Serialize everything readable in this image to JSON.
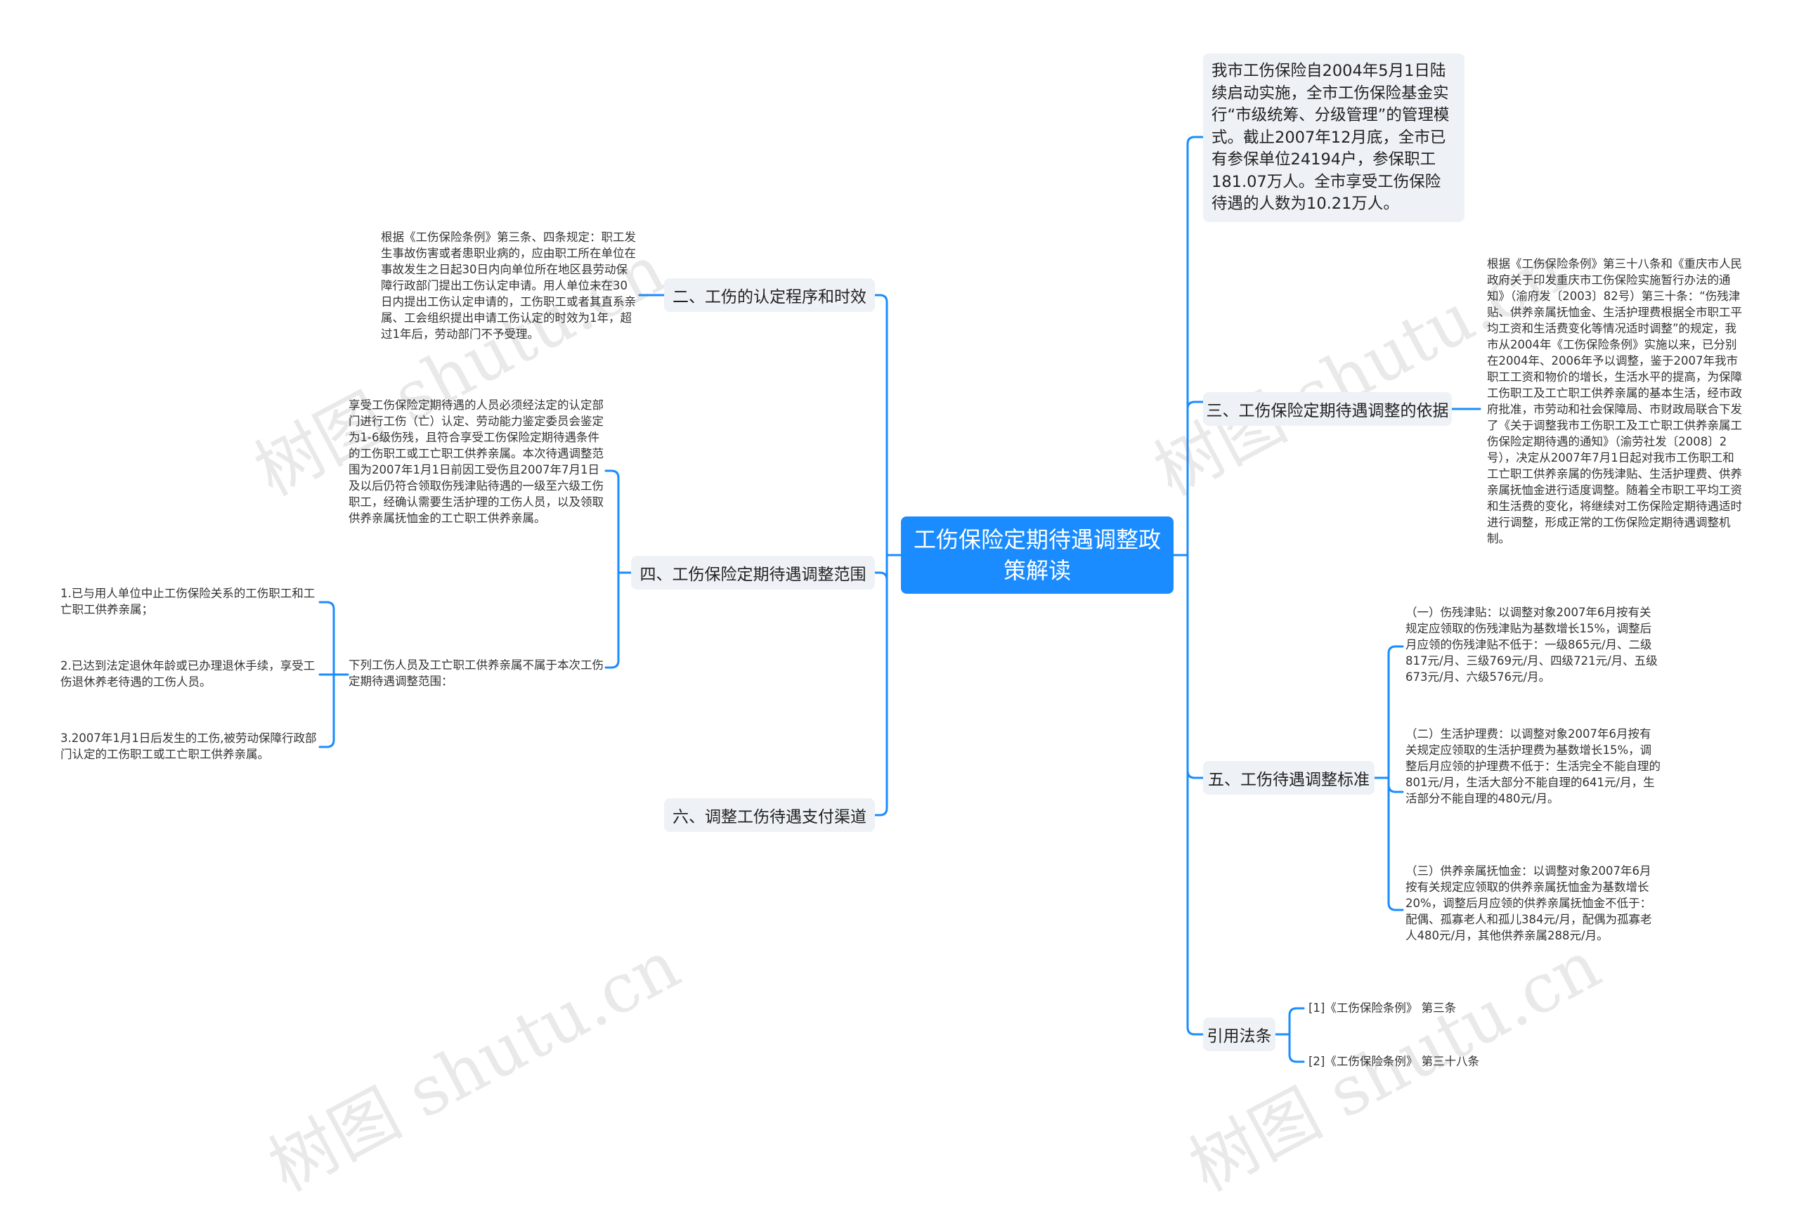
{
  "root": {
    "title": "工伤保险定期待遇调整政策解读"
  },
  "intro": {
    "text": "我市工伤保险自2004年5月1日陆续启动实施，全市工伤保险基金实行“市级统筹、分级管理”的管理模式。截止2007年12月底，全市已有参保单位24194户，参保职工181.07万人。全市享受工伤保险待遇的人数为10.21万人。"
  },
  "b2": {
    "label": "二、工伤的认定程序和时效",
    "text": "根据《工伤保险条例》第三条、四条规定：职工发生事故伤害或者患职业病的，应由职工所在单位在事故发生之日起30日内向单位所在地区县劳动保障行政部门提出工伤认定申请。用人单位未在30日内提出工伤认定申请的，工伤职工或者其直系亲属、工会组织提出申请工伤认定的时效为1年，超过1年后，劳动部门不予受理。"
  },
  "b3": {
    "label": "三、工伤保险定期待遇调整的依据",
    "text": "根据《工伤保险条例》第三十八条和《重庆市人民政府关于印发重庆市工伤保险实施暂行办法的通知》（渝府发〔2003〕82号）第三十条：“伤残津贴、供养亲属抚恤金、生活护理费根据全市职工平均工资和生活费变化等情况适时调整”的规定，我市从2004年《工伤保险条例》实施以来，已分别在2004年、2006年予以调整，鉴于2007年我市职工工资和物价的增长，生活水平的提高，为保障工伤职工及工亡职工供养亲属的基本生活，经市政府批准，市劳动和社会保障局、市财政局联合下发了《关于调整我市工伤职工及工亡职工供养亲属工伤保险定期待遇的通知》（渝劳社发〔2008〕2号），决定从2007年7月1日起对我市工伤职工和工亡职工供养亲属的伤残津贴、生活护理费、供养亲属抚恤金进行适度调整。随着全市职工平均工资和生活费的变化，将继续对工伤保险定期待遇适时进行调整，形成正常的工伤保险定期待遇调整机制。"
  },
  "b4": {
    "label": "四、工伤保险定期待遇调整范围",
    "text1": "享受工伤保险定期待遇的人员必须经法定的认定部门进行工伤（亡）认定、劳动能力鉴定委员会鉴定为1-6级伤残，且符合享受工伤保险定期待遇条件的工伤职工或工亡职工供养亲属。本次待遇调整范围为2007年1月1日前因工受伤且2007年7月1日及以后仍符合领取伤残津贴待遇的一级至六级工伤职工，经确认需要生活护理的工伤人员，以及领取供养亲属抚恤金的工亡职工供养亲属。",
    "text2": "下列工伤人员及工亡职工供养亲属不属于本次工伤定期待遇调整范围：",
    "items": [
      "1.已与用人单位中止工伤保险关系的工伤职工和工亡职工供养亲属；",
      "2.已达到法定退休年龄或已办理退休手续，享受工伤退休养老待遇的工伤人员。",
      "3.2007年1月1日后发生的工伤,被劳动保障行政部门认定的工伤职工或工亡职工供养亲属。"
    ]
  },
  "b5": {
    "label": "五、工伤待遇调整标准",
    "items": [
      "（一）伤残津贴：以调整对象2007年6月按有关规定应领取的伤残津贴为基数增长15%，调整后月应领的伤残津贴不低于：一级865元/月、二级817元/月、三级769元/月、四级721元/月、五级673元/月、六级576元/月。",
      "（二）生活护理费：以调整对象2007年6月按有关规定应领取的生活护理费为基数增长15%，调整后月应领的护理费不低于：生活完全不能自理的801元/月，生活大部分不能自理的641元/月，生活部分不能自理的480元/月。",
      "（三）供养亲属抚恤金：以调整对象2007年6月按有关规定应领取的供养亲属抚恤金为基数增长20%，调整后月应领的供养亲属抚恤金不低于：配偶、孤寡老人和孤儿384元/月，配偶为孤寡老人480元/月，其他供养亲属288元/月。"
    ]
  },
  "b6": {
    "label": "六、调整工伤待遇支付渠道"
  },
  "refs": {
    "label": "引用法条",
    "items": [
      "[1]《工伤保险条例》 第三条",
      "[2]《工伤保险条例》 第三十八条"
    ]
  },
  "watermark": "树图 shutu.cn",
  "colors": {
    "root": "#1a8cff",
    "line": "#1a8cff",
    "branch_bg": "#eef2f6"
  }
}
